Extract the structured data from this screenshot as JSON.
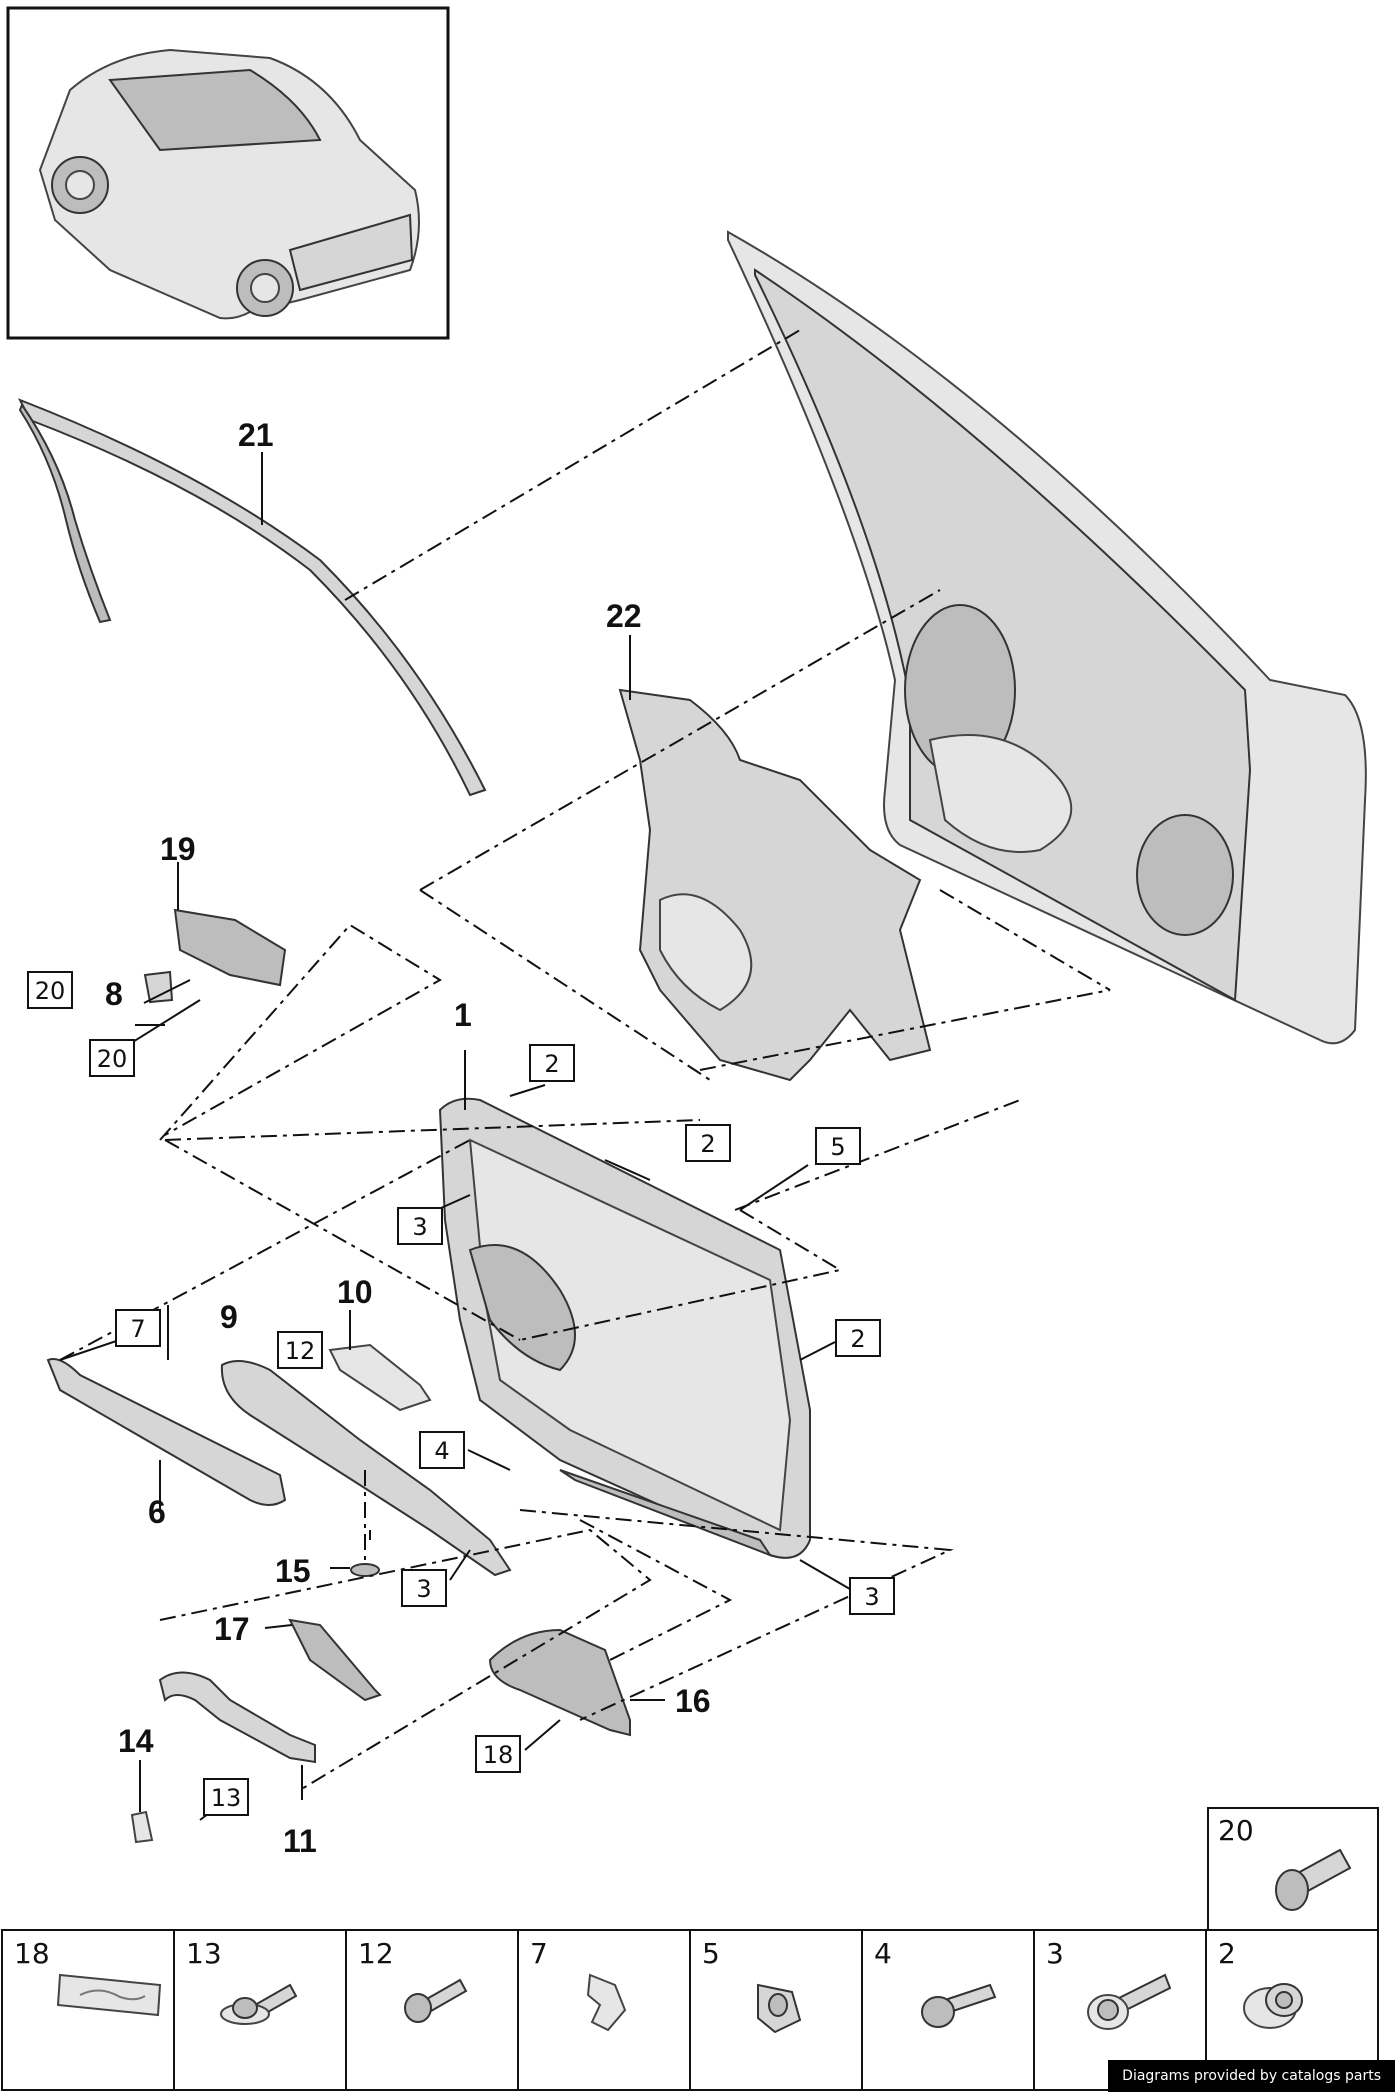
{
  "callouts": [
    {
      "id": "21",
      "boxed": false
    },
    {
      "id": "22",
      "boxed": false
    },
    {
      "id": "19",
      "boxed": false
    },
    {
      "id": "20",
      "boxed": true
    },
    {
      "id": "8",
      "boxed": false
    },
    {
      "id": "20",
      "boxed": true
    },
    {
      "id": "1",
      "boxed": false
    },
    {
      "id": "2",
      "boxed": true
    },
    {
      "id": "2",
      "boxed": true
    },
    {
      "id": "5",
      "boxed": true
    },
    {
      "id": "3",
      "boxed": true
    },
    {
      "id": "2",
      "boxed": true
    },
    {
      "id": "7",
      "boxed": true
    },
    {
      "id": "9",
      "boxed": false
    },
    {
      "id": "12",
      "boxed": true
    },
    {
      "id": "10",
      "boxed": false
    },
    {
      "id": "6",
      "boxed": false
    },
    {
      "id": "4",
      "boxed": true
    },
    {
      "id": "15",
      "boxed": false
    },
    {
      "id": "3",
      "boxed": true
    },
    {
      "id": "3",
      "boxed": true
    },
    {
      "id": "17",
      "boxed": false
    },
    {
      "id": "16",
      "boxed": false
    },
    {
      "id": "18",
      "boxed": true
    },
    {
      "id": "14",
      "boxed": false
    },
    {
      "id": "13",
      "boxed": true
    },
    {
      "id": "11",
      "boxed": false
    }
  ],
  "fastener_table": {
    "top_cell": {
      "number": "20",
      "icon": "bolt-icon"
    },
    "cells": [
      {
        "number": "18",
        "icon": "emblem-icon"
      },
      {
        "number": "13",
        "icon": "flange-screw-icon"
      },
      {
        "number": "12",
        "icon": "screw-icon"
      },
      {
        "number": "7",
        "icon": "clip-icon"
      },
      {
        "number": "5",
        "icon": "expansion-nut-icon"
      },
      {
        "number": "4",
        "icon": "screw-icon"
      },
      {
        "number": "3",
        "icon": "flange-screw-icon"
      },
      {
        "number": "2",
        "icon": "grommet-icon"
      }
    ]
  },
  "credit": "Diagrams provided by catalogs parts"
}
